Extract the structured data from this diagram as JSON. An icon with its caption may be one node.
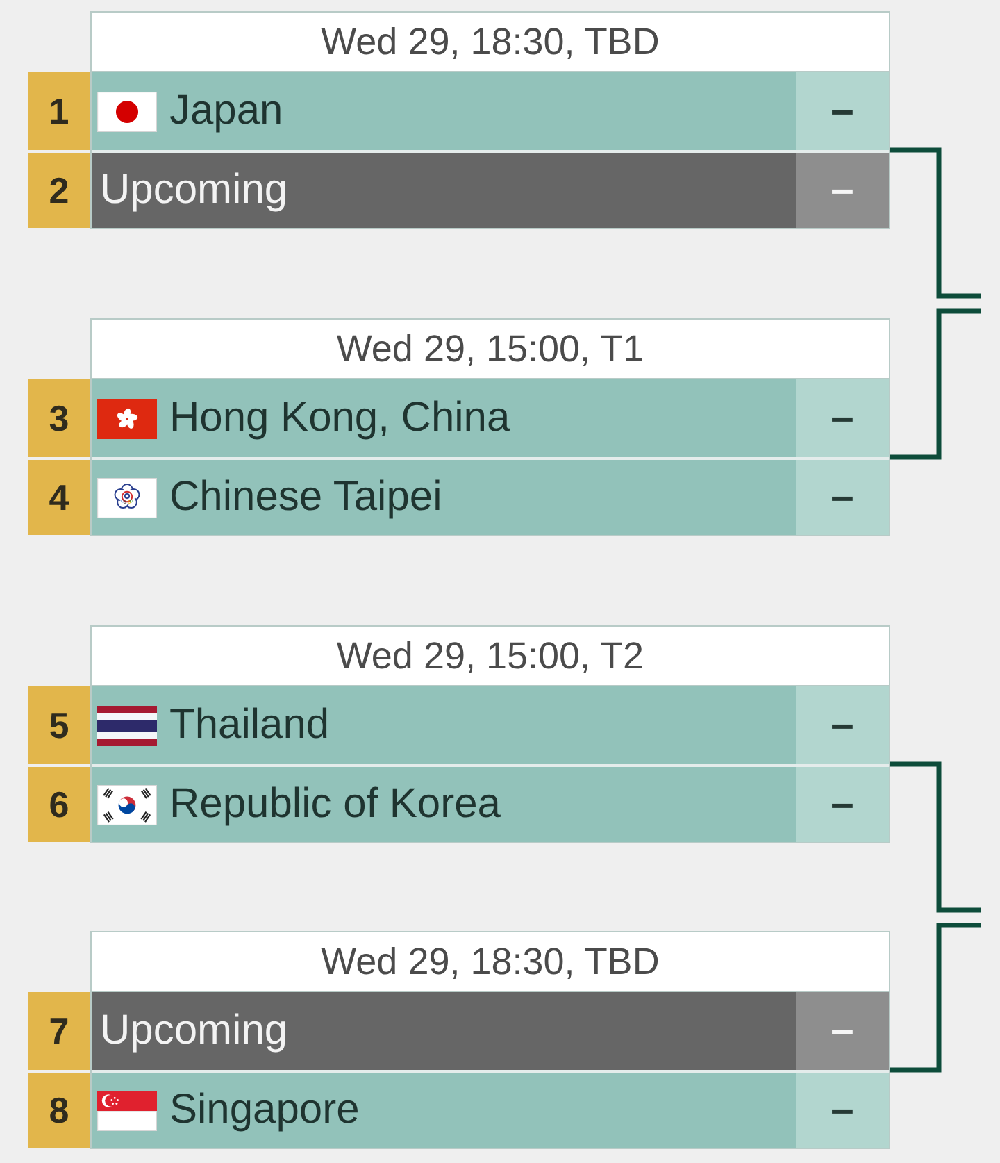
{
  "diagram": {
    "nodes": [
      {
        "text": [
          "Wed 29, 18:30, TBD"
        ]
      },
      {
        "text": [
          "Japan",
          "–"
        ],
        "in": 0,
        "beside": [
          "1"
        ]
      },
      {
        "text": [
          "Upcoming",
          "–"
        ],
        "in": 0,
        "beside": [
          "2"
        ]
      },
      {
        "text": [
          "Wed 29, 15:00, T1"
        ]
      },
      {
        "text": [
          "Hong Kong, China",
          "–"
        ],
        "in": 3,
        "beside": [
          "3"
        ]
      },
      {
        "text": [
          "Chinese Taipei",
          "–"
        ],
        "in": 3,
        "beside": [
          "4"
        ]
      },
      {
        "text": [
          "Wed 29, 15:00, T2"
        ]
      },
      {
        "text": [
          "Thailand",
          "–"
        ],
        "in": 6,
        "beside": [
          "5"
        ]
      },
      {
        "text": [
          "Republic of Korea",
          "–"
        ],
        "in": 6,
        "beside": [
          "6"
        ]
      },
      {
        "text": [
          "Wed 29, 18:30, TBD"
        ]
      },
      {
        "text": [
          "Upcoming",
          "–"
        ],
        "in": 9,
        "beside": [
          "7"
        ]
      },
      {
        "text": [
          "Singapore",
          "–"
        ],
        "in": 9,
        "beside": [
          "8"
        ]
      }
    ],
    "edges": [
      {
        "from": 0,
        "to": null,
        "arrow": "none"
      },
      {
        "from": 3,
        "to": null,
        "arrow": "none"
      },
      {
        "from": 6,
        "to": null,
        "arrow": "none"
      },
      {
        "from": 9,
        "to": null,
        "arrow": "none"
      }
    ]
  }
}
